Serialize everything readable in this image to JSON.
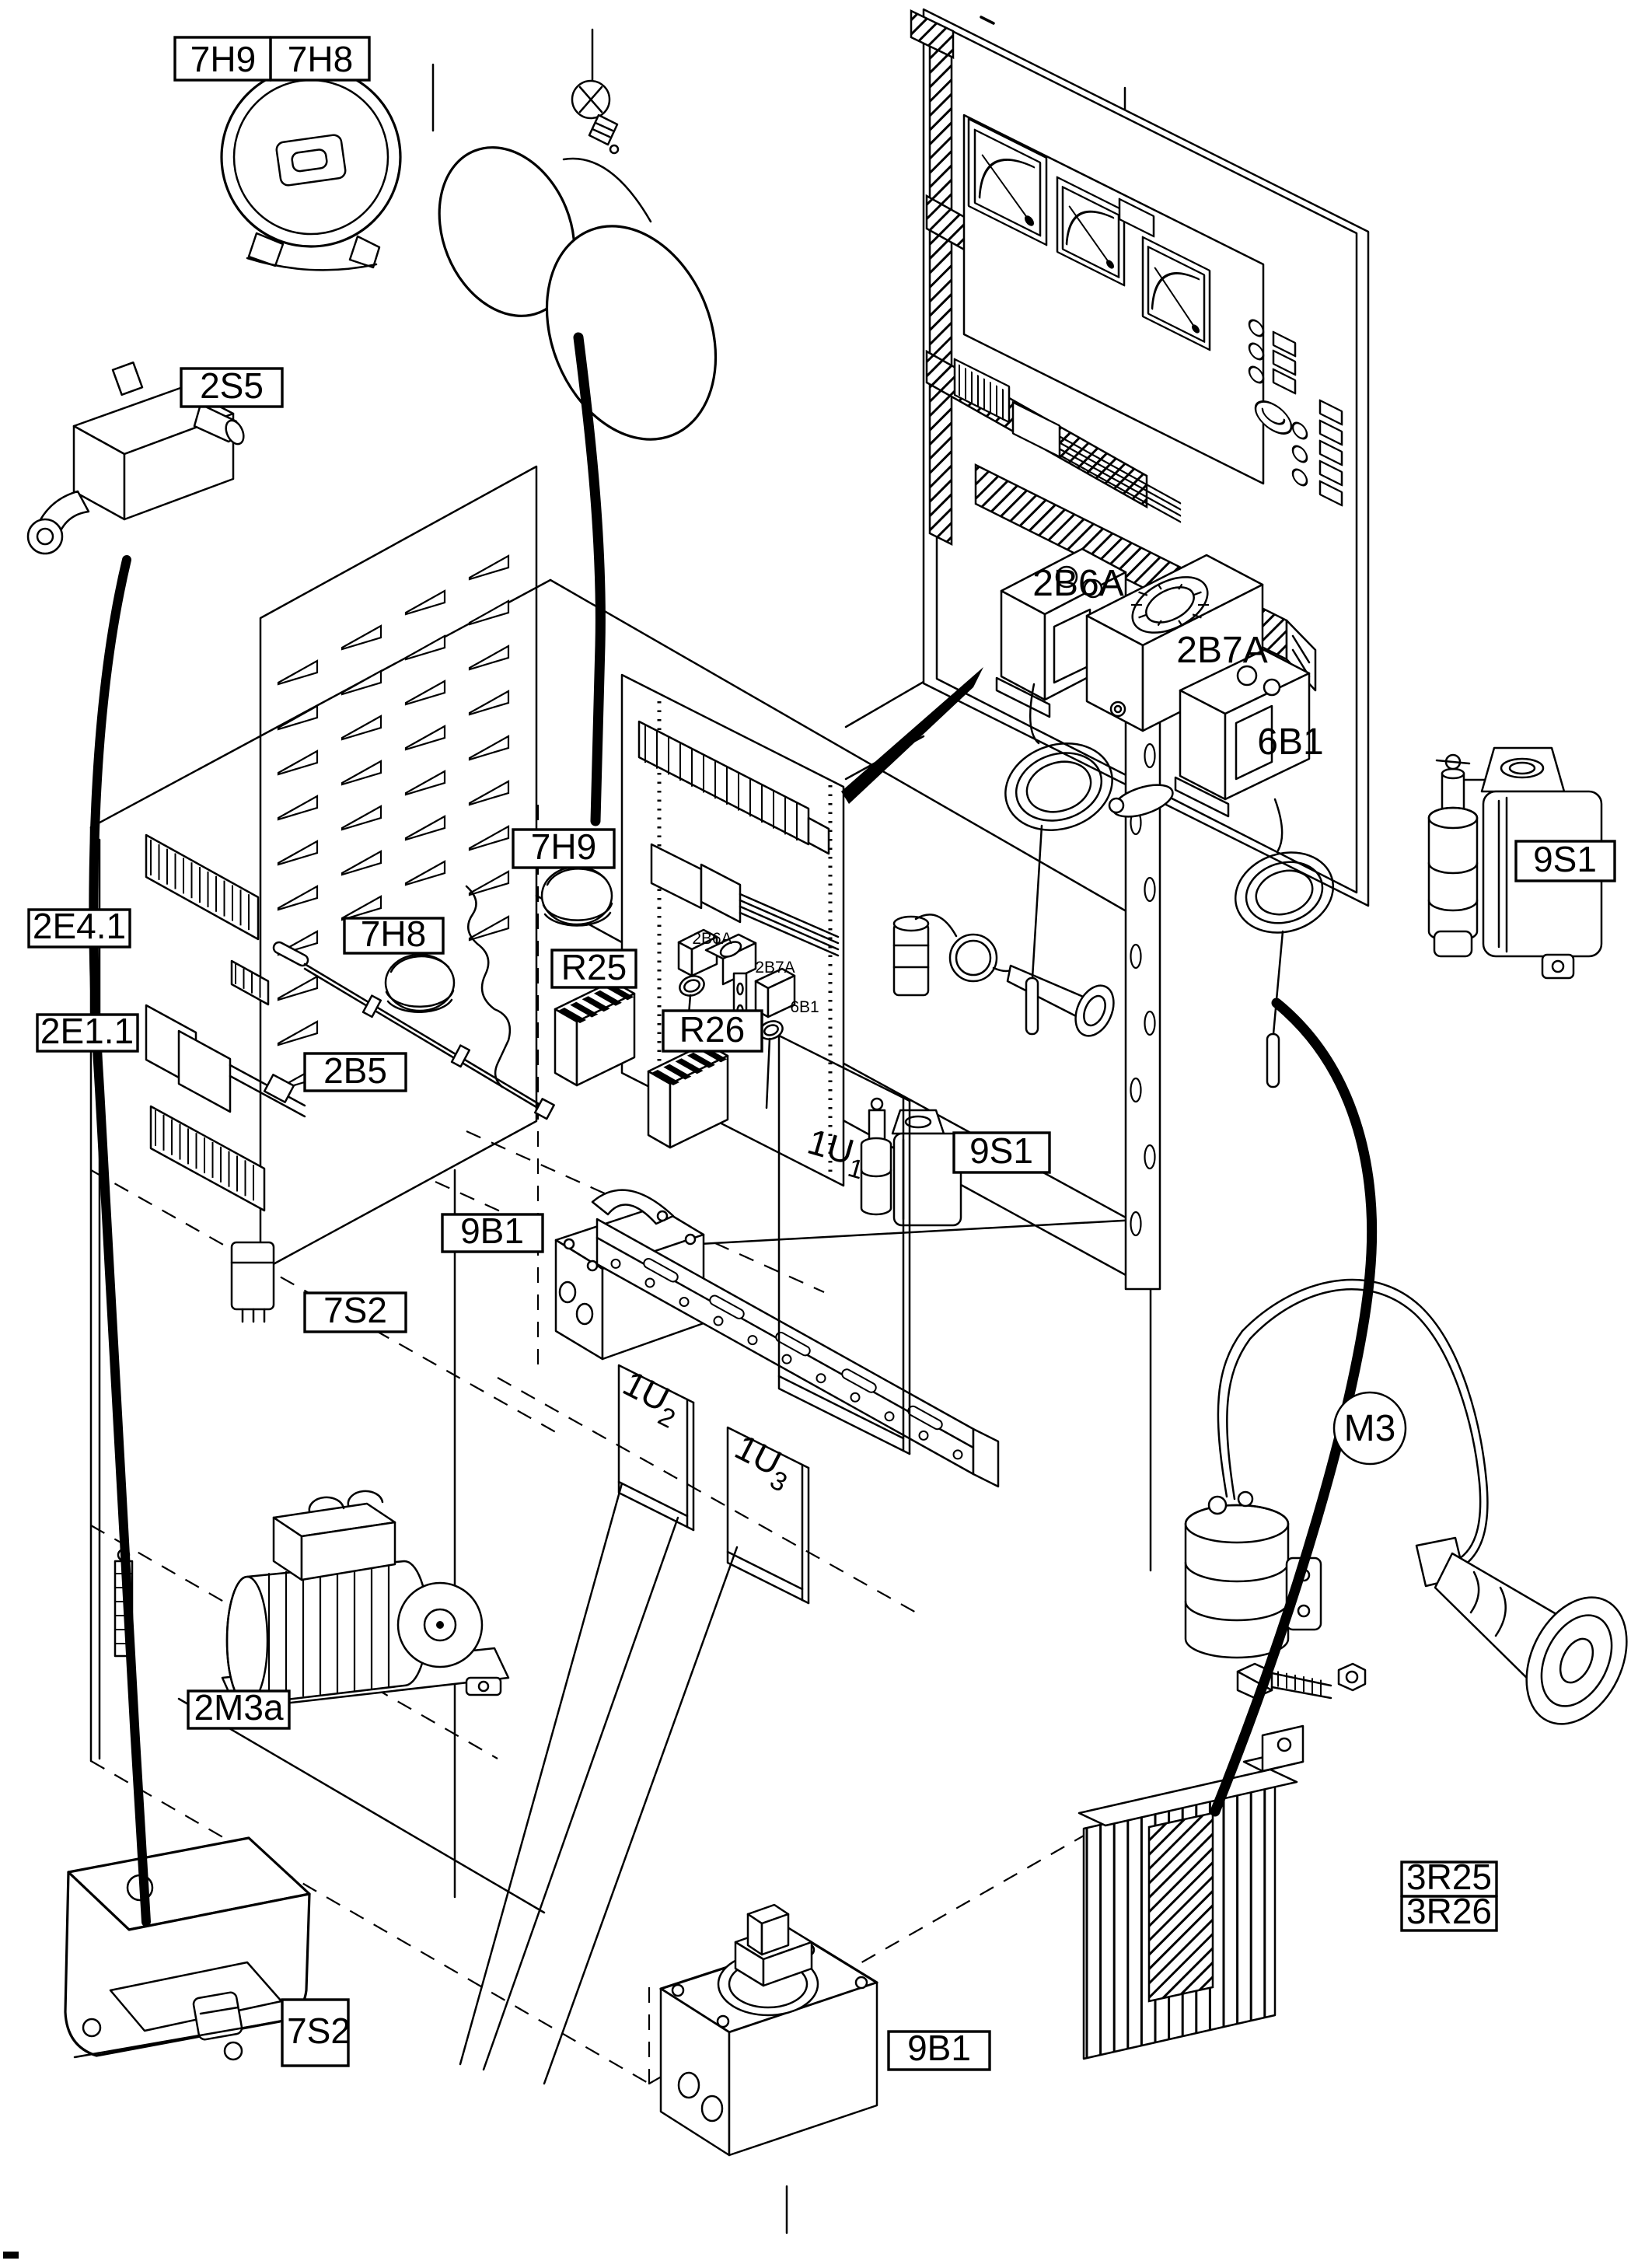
{
  "diagram": {
    "kind": "exploded-parts-diagram",
    "background": "#ffffff",
    "ink": "#000000",
    "labels": {
      "pair_7h9": "7H9",
      "pair_7h8": "7H8",
      "s2s5": "2S5",
      "t2b6a": "2B6A",
      "t2b7a": "2B7A",
      "t6b1": "6B1",
      "s9s1_right": "9S1",
      "h7h9": "7H9",
      "h7h8": "7H8",
      "r25": "R25",
      "r26": "R26",
      "e241": "2E4.1",
      "e211": "2E1.1",
      "b2b5": "2B5",
      "u1_base": "1U",
      "u1_sub": "1",
      "u2_base": "1U",
      "u2_sub": "2",
      "u3_base": "1U",
      "u3_sub": "3",
      "s9s1_mid": "9S1",
      "b9b1_mid": "9B1",
      "s7s2_mid": "7S2",
      "m3": "M3",
      "m2m3a": "2M3a",
      "r3r25": "3R25",
      "r3r26": "3R26",
      "s7s2_bottom": "7S2",
      "b9b1_bottom": "9B1",
      "mini_2b6a": "2B6A",
      "mini_2b7a": "2B7A",
      "mini_6b1": "6B1"
    }
  }
}
